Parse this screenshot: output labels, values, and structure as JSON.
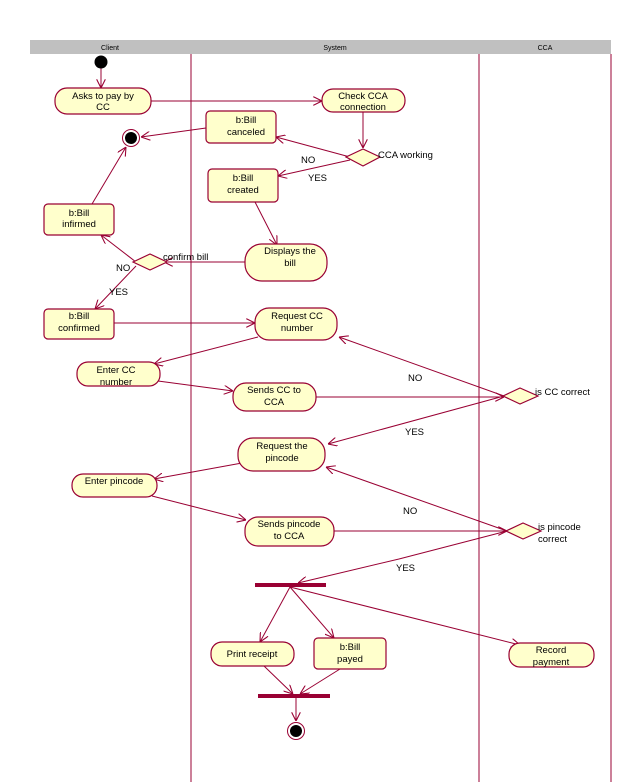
{
  "lanes": [
    "Client",
    "System",
    "CCA"
  ],
  "nodes": {
    "asks_to_pay": [
      "Asks to pay by",
      "CC"
    ],
    "check_cca": [
      "Check CCA",
      "connection"
    ],
    "bill_canceled": [
      "b:Bill",
      "canceled"
    ],
    "bill_created": [
      "b:Bill",
      "created"
    ],
    "bill_infirmed": [
      "b:Bill",
      "infirmed"
    ],
    "displays_bill": [
      "Displays the",
      "bill"
    ],
    "bill_confirmed": [
      "b:Bill",
      "confirmed"
    ],
    "request_cc": [
      "Request CC",
      "number"
    ],
    "enter_cc": [
      "Enter CC",
      "number"
    ],
    "sends_cc": [
      "Sends CC to",
      "CCA"
    ],
    "request_pin": [
      "Request the",
      "pincode"
    ],
    "enter_pin": [
      "Enter pincode"
    ],
    "sends_pin": [
      "Sends pincode",
      "to CCA"
    ],
    "print_receipt": [
      "Print receipt"
    ],
    "bill_payed": [
      "b:Bill",
      "payed"
    ],
    "record_payment": [
      "Record",
      "payment"
    ]
  },
  "decisions": {
    "cca_working": [
      "CCA working"
    ],
    "confirm_bill": [
      "confirm bill"
    ],
    "cc_correct": [
      "is CC correct"
    ],
    "pin_correct": [
      "is pincode",
      "correct"
    ]
  },
  "edge_labels": {
    "cca_no": "NO",
    "cca_yes": "YES",
    "confirm_no": "NO",
    "confirm_yes": "YES",
    "cc_no": "NO",
    "cc_yes": "YES",
    "pin_no": "NO",
    "pin_yes": "YES"
  },
  "colors": {
    "node_fill": "#ffffcc",
    "stroke": "#990033",
    "header": "#c0c0c0"
  }
}
